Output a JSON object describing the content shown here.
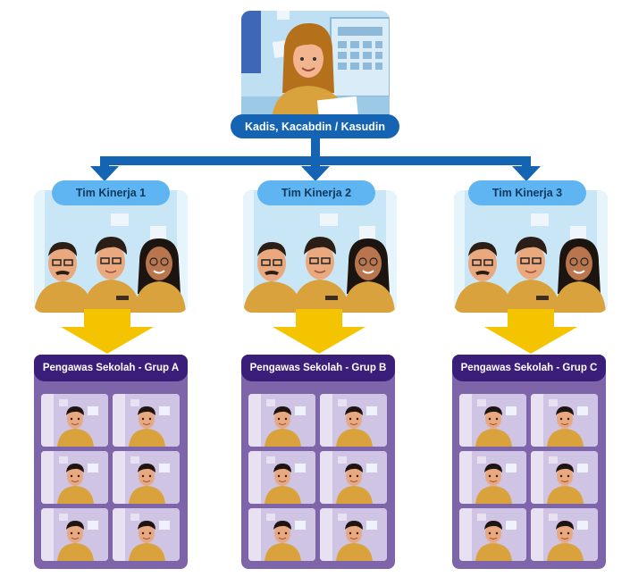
{
  "top": {
    "label": "Kadis, Kacabdin / Kasudin"
  },
  "teams": [
    {
      "label": "Tim Kinerja 1"
    },
    {
      "label": "Tim Kinerja 2"
    },
    {
      "label": "Tim Kinerja 3"
    }
  ],
  "groups": [
    {
      "label": "Pengawas Sekolah - Grup A"
    },
    {
      "label": "Pengawas Sekolah - Grup B"
    },
    {
      "label": "Pengawas Sekolah - Grup C"
    }
  ],
  "colors": {
    "top_pill": "#1564b4",
    "team_pill": "#5fb5f2",
    "blue_arrow": "#1564b4",
    "yellow_arrow": "#f5c400",
    "group_header": "#3b1d7a",
    "group_body": "#7e64a8",
    "uniform": "#d9a23c"
  },
  "icons": [
    "leader-illustration",
    "team-illustration",
    "supervisor-illustration"
  ]
}
